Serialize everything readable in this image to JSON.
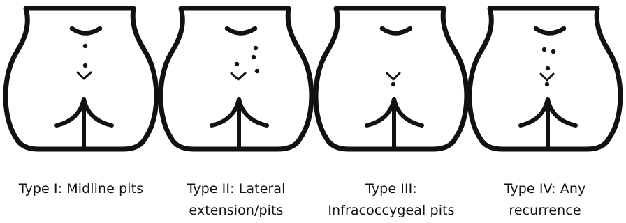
{
  "diagram": {
    "stroke_color": "#111111",
    "background": "#ffffff",
    "panels": [
      {
        "id": "type-1",
        "caption_lines": [
          "Type I: Midline pits"
        ],
        "pits": "midline"
      },
      {
        "id": "type-2",
        "caption_lines": [
          "Type II: Lateral",
          "extension/pits"
        ],
        "pits": "midline-plus-lateral"
      },
      {
        "id": "type-3",
        "caption_lines": [
          "Type III:",
          "Infracoccygeal pits"
        ],
        "pits": "infracoccygeal"
      },
      {
        "id": "type-4",
        "caption_lines": [
          "Type IV: Any",
          "recurrence"
        ],
        "pits": "recurrence"
      }
    ]
  }
}
